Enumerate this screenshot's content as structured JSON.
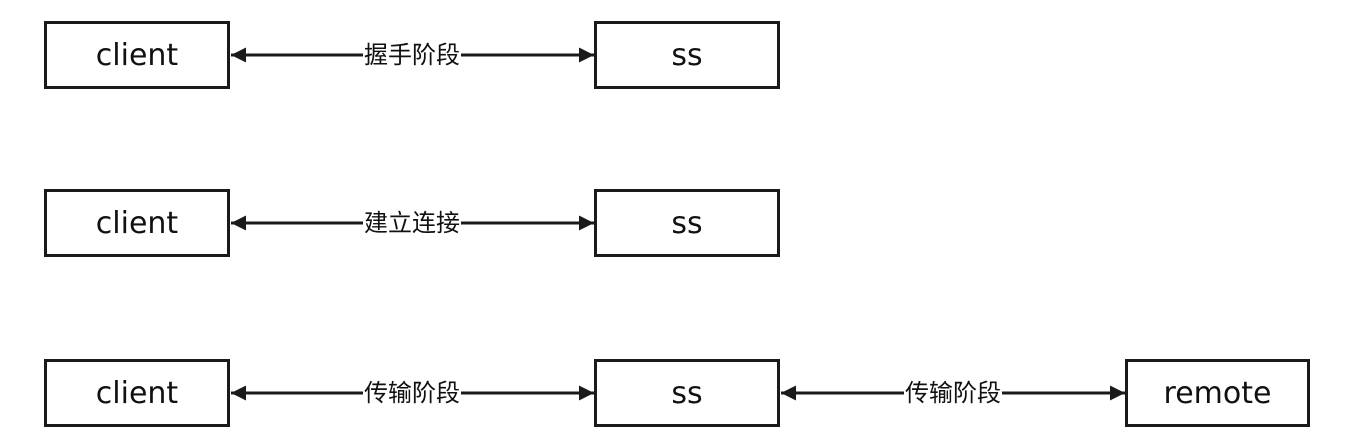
{
  "diagram": {
    "rows": [
      {
        "left": "client",
        "right": "ss",
        "edge_label": "握手阶段"
      },
      {
        "left": "client",
        "right": "ss",
        "edge_label": "建立连接"
      },
      {
        "left": "client",
        "right": "ss",
        "edge_label": "传输阶段",
        "far_right": "remote",
        "far_edge_label": "传输阶段"
      }
    ]
  },
  "colors": {
    "stroke": "#1a1a1a",
    "text": "#111111",
    "background": "#ffffff"
  }
}
